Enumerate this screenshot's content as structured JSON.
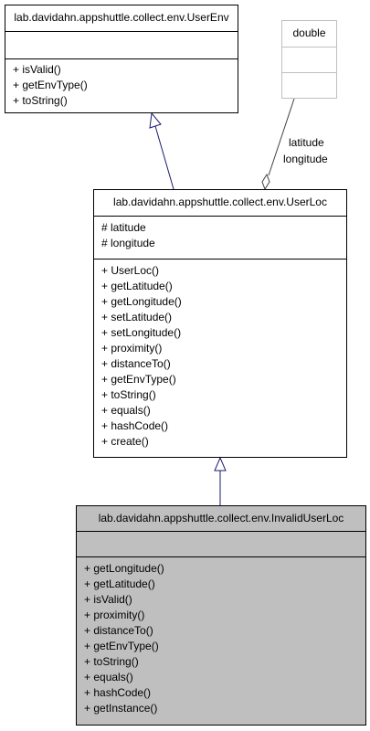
{
  "classes": {
    "user_env": {
      "name": "lab.davidahn.appshuttle.collect.env.UserEnv",
      "attributes": [],
      "methods": [
        "+ isValid()",
        "+ getEnvType()",
        "+ toString()"
      ]
    },
    "double": {
      "name": "double",
      "attributes": [],
      "methods": []
    },
    "user_loc": {
      "name": "lab.davidahn.appshuttle.collect.env.UserLoc",
      "attributes": [
        "# latitude",
        "# longitude"
      ],
      "methods": [
        "+ UserLoc()",
        "+ getLatitude()",
        "+ getLongitude()",
        "+ setLatitude()",
        "+ setLongitude()",
        "+ proximity()",
        "+ distanceTo()",
        "+ getEnvType()",
        "+ toString()",
        "+ equals()",
        "+ hashCode()",
        "+ create()"
      ]
    },
    "invalid_user_loc": {
      "name": "lab.davidahn.appshuttle.collect.env.InvalidUserLoc",
      "attributes": [],
      "methods": [
        "+ getLongitude()",
        "+ getLatitude()",
        "+ isValid()",
        "+ proximity()",
        "+ distanceTo()",
        "+ getEnvType()",
        "+ toString()",
        "+ equals()",
        "+ hashCode()",
        "+ getInstance()"
      ]
    }
  },
  "associations": {
    "labels": [
      "latitude",
      "longitude"
    ]
  },
  "colors": {
    "inheritance_edge": "#191970",
    "association_edge": "#404040",
    "highlight_fill": "#bfbfbf"
  }
}
